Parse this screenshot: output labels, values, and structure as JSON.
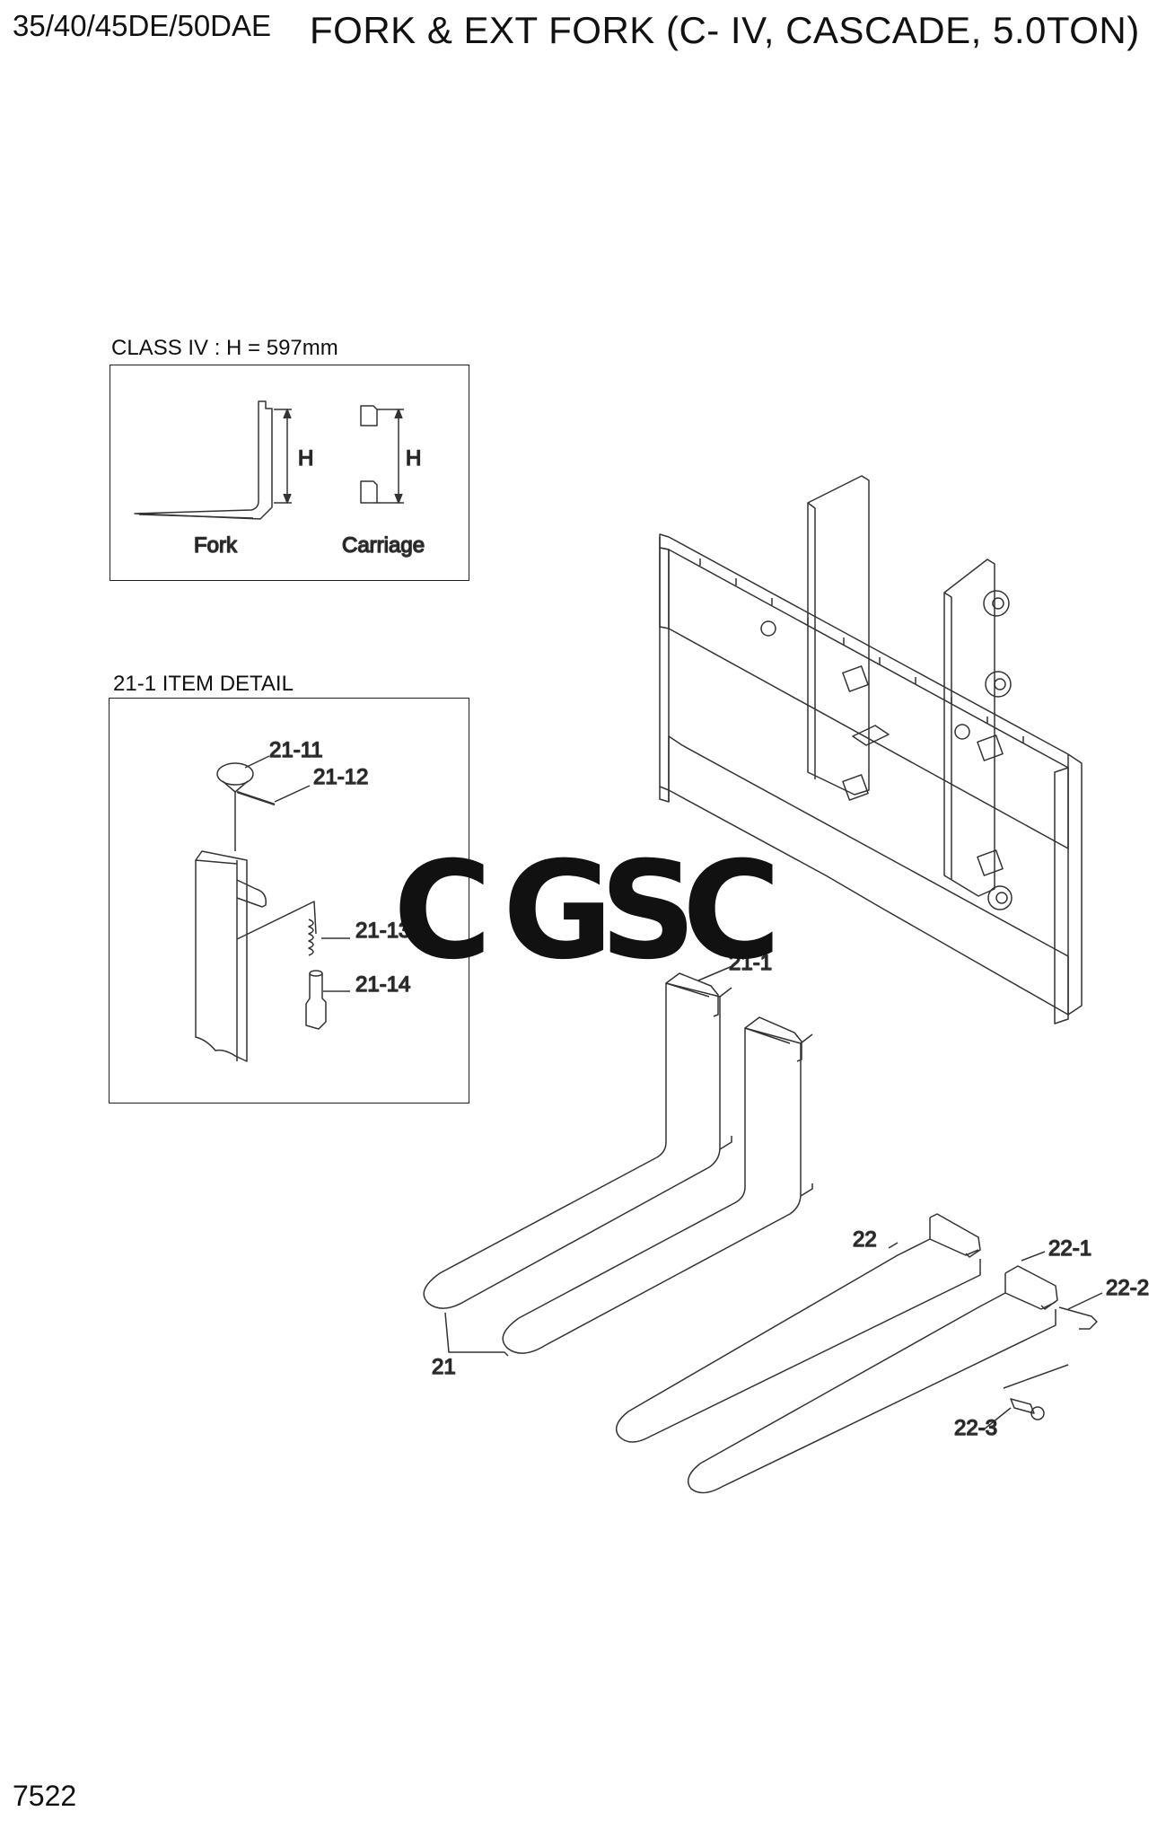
{
  "header": {
    "model": "35/40/45DE/50DAE",
    "title": "FORK & EXT FORK (C- IV, CASCADE, 5.0TON)"
  },
  "footer": {
    "page_number": "7522"
  },
  "class_box": {
    "caption": "CLASS IV : H = 597mm",
    "fork_label": "Fork",
    "carriage_label": "Carriage",
    "h_label_fork": "H",
    "h_label_carriage": "H"
  },
  "detail_box": {
    "caption": "21-1 ITEM DETAIL",
    "parts": [
      "21-11",
      "21-12",
      "21-13",
      "21-14"
    ]
  },
  "callouts": {
    "fork_top": "21-1",
    "fork": "21",
    "ext_fork": "22",
    "ext_1": "22-1",
    "ext_2": "22-2",
    "ext_3": "22-3"
  },
  "watermark": {
    "letters": [
      "C",
      "G",
      "S",
      "C"
    ],
    "colors": [
      "#5b8def",
      "#ef7f73",
      "#f6d04d",
      "#5cbf84"
    ]
  }
}
